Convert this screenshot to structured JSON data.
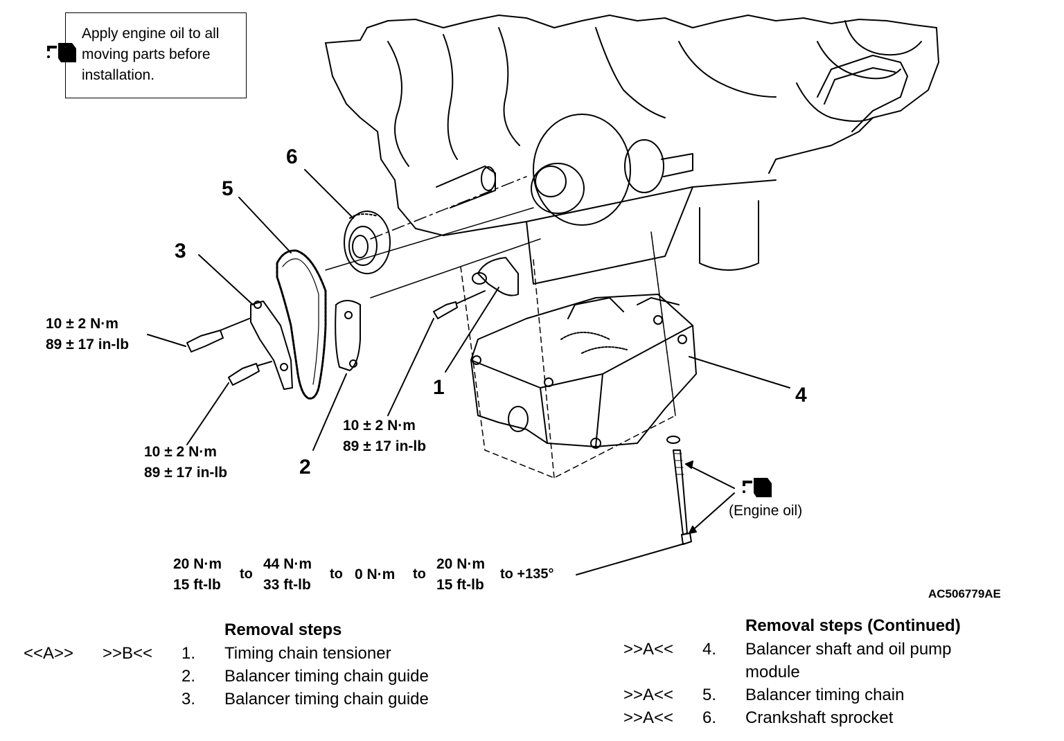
{
  "note": {
    "lines": [
      "Apply engine oil to all",
      "moving parts before",
      "installation."
    ],
    "icon": "oil-can-icon"
  },
  "callouts": [
    "1",
    "2",
    "3",
    "4",
    "5",
    "6"
  ],
  "torque_specs": [
    {
      "line1": "10 ± 2 N·m",
      "line2": "89 ± 17 in-lb"
    },
    {
      "line1": "10 ± 2 N·m",
      "line2": "89 ± 17 in-lb"
    },
    {
      "line1": "10 ± 2 N·m",
      "line2": "89 ± 17 in-lb"
    }
  ],
  "tightening_sequence": {
    "steps": [
      {
        "line1": "20 N·m",
        "line2": "15 ft-lb"
      },
      {
        "line1": "44 N·m",
        "line2": "33 ft-lb"
      },
      {
        "line1": "0 N·m",
        "line2": ""
      },
      {
        "line1": "20 N·m",
        "line2": "15 ft-lb"
      }
    ],
    "separator": "to",
    "final": "to +135°"
  },
  "engine_oil_label": "(Engine oil)",
  "figure_id": "AC506779AE",
  "removal_steps": {
    "title": "Removal steps",
    "title_continued": "Removal steps (Continued)",
    "left": [
      {
        "mark1": "<<A>>",
        "mark2": ">>B<<",
        "num": "1.",
        "text": "Timing chain tensioner"
      },
      {
        "mark1": "",
        "mark2": "",
        "num": "2.",
        "text": "Balancer timing chain guide"
      },
      {
        "mark1": "",
        "mark2": "",
        "num": "3.",
        "text": "Balancer timing chain guide"
      }
    ],
    "right": [
      {
        "mark": ">>A<<",
        "num": "4.",
        "text": "Balancer shaft and oil pump",
        "text2": "module"
      },
      {
        "mark": ">>A<<",
        "num": "5.",
        "text": "Balancer timing chain",
        "text2": ""
      },
      {
        "mark": ">>A<<",
        "num": "6.",
        "text": "Crankshaft sprocket",
        "text2": ""
      }
    ]
  }
}
